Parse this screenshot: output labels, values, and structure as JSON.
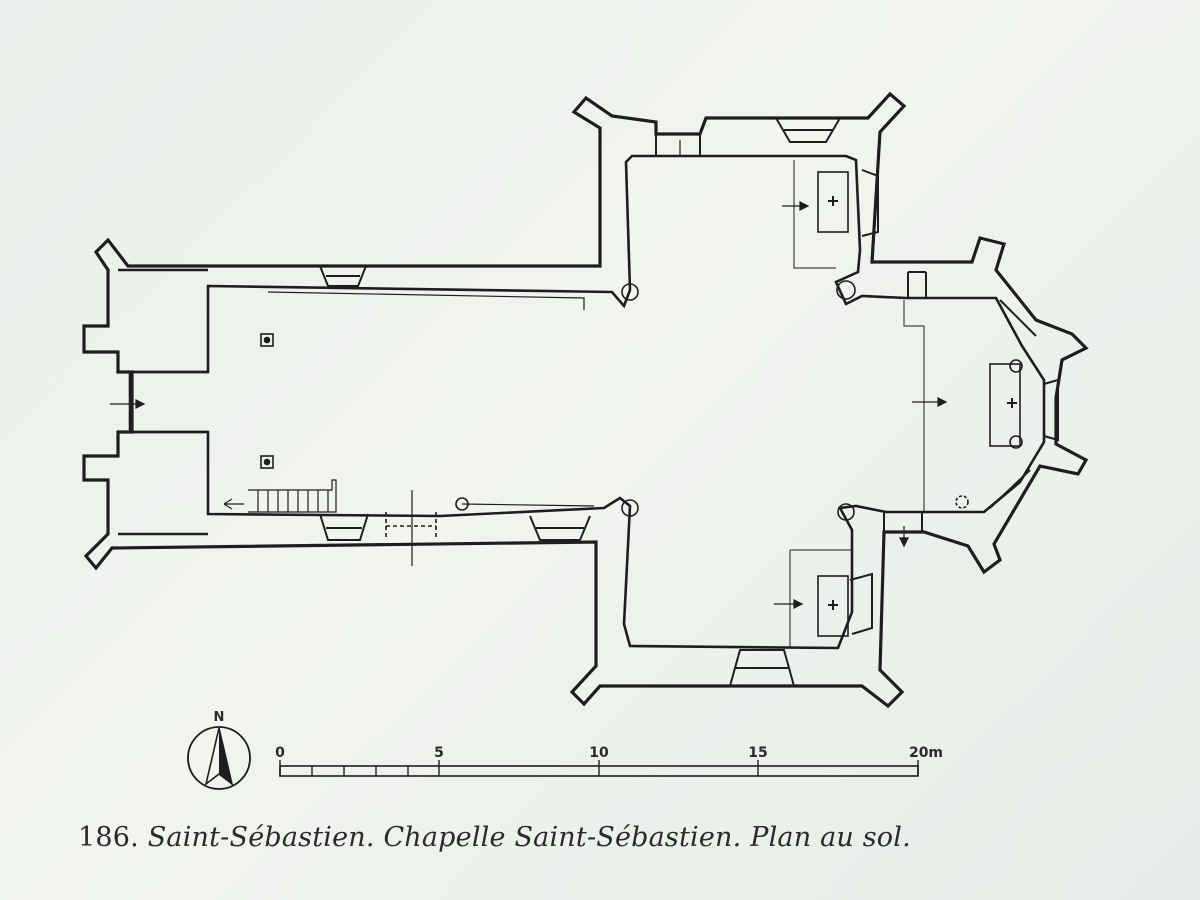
{
  "caption": {
    "number": "186.",
    "text": "Saint-Sébastien. Chapelle Saint-Sébastien. Plan au sol."
  },
  "compass": {
    "label": "N"
  },
  "scale_bar": {
    "unit": "m",
    "labels": [
      "0",
      "5",
      "10",
      "15",
      "20m"
    ]
  },
  "colors": {
    "ink": "#1e1e1e",
    "paper": "#eef2ed"
  }
}
